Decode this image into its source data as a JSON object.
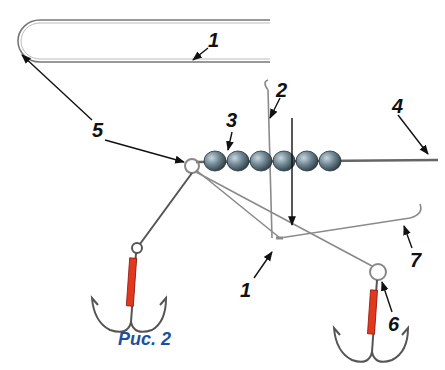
{
  "diagram": {
    "caption": "Рис. 2",
    "labels": [
      "1",
      "5",
      "3",
      "2",
      "4",
      "1",
      "7",
      "6"
    ]
  }
}
